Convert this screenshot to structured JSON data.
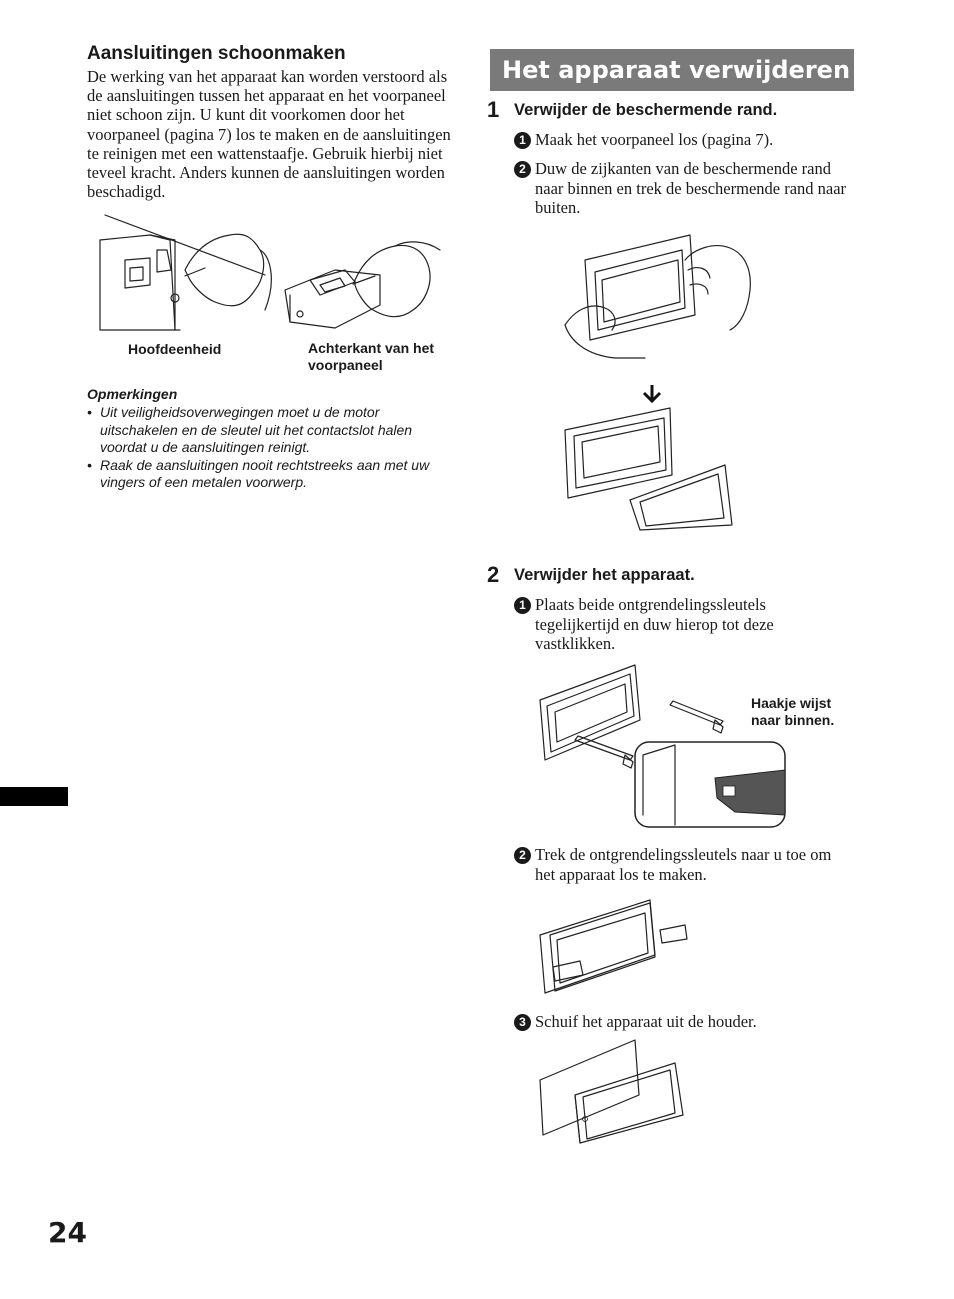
{
  "left": {
    "heading": "Aansluitingen schoonmaken",
    "paragraph": "De werking van het apparaat kan worden verstoord als de aansluitingen tussen het apparaat en het voorpaneel niet schoon zijn. U kunt dit voorkomen door het voorpaneel (pagina 7) los te maken en de aansluitingen te reinigen met een wattenstaafje. Gebruik hierbij niet teveel kracht. Anders kunnen de aansluitingen worden beschadigd.",
    "caption_main": "Hoofdeenheid",
    "caption_back": "Achterkant van het voorpaneel",
    "notes_title": "Opmerkingen",
    "notes": [
      "Uit veiligheidsoverwegingen moet u de motor uitschakelen en de sleutel uit het contactslot halen voordat u de aansluitingen reinigt.",
      "Raak de aansluitingen nooit rechtstreeks aan met uw vingers of een metalen voorwerp."
    ]
  },
  "right": {
    "banner": "Het apparaat verwijderen",
    "steps": [
      {
        "number": "1",
        "title": "Verwijder de beschermende rand.",
        "items": [
          {
            "marker": "1",
            "text": "Maak het voorpaneel los (pagina 7)."
          },
          {
            "marker": "2",
            "text": "Duw de zijkanten van de beschermende rand naar binnen en trek de beschermende rand naar buiten."
          }
        ]
      },
      {
        "number": "2",
        "title": "Verwijder het apparaat.",
        "items": [
          {
            "marker": "1",
            "text": "Plaats beide ontgrendelingssleutels tegelijkertijd en duw hierop tot deze vastklikken."
          },
          {
            "marker": "2",
            "text": "Trek de ontgrendelingssleutels naar u toe om het apparaat los te maken."
          },
          {
            "marker": "3",
            "text": "Schuif het apparaat uit de houder."
          }
        ]
      }
    ],
    "hook_caption": "Haakje wijst naar binnen."
  },
  "page_number": "24"
}
